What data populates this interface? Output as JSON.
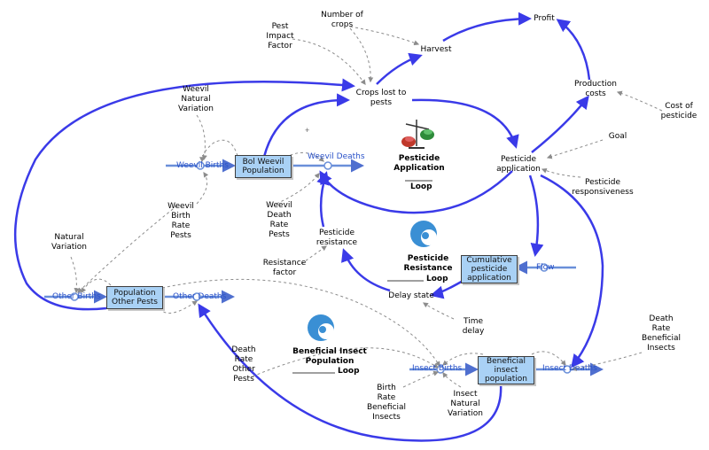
{
  "stocks": {
    "bol_weevil": "Bol Weevil\nPopulation",
    "other_pests": "Population\nOther Pests",
    "cumulative_pesticide": "Cumulative\npesticide\napplication",
    "beneficial_insect": "Beneficial\ninsect\npopulation"
  },
  "flows": {
    "weevil_births": "Weevil Births",
    "weevil_deaths": "Weevil Deaths",
    "other_births": "Other Births",
    "other_deaths": "Other Deaths",
    "flow": "Flow",
    "insect_births": "Insect Births",
    "insect_deaths": "Insect Deaths"
  },
  "variables": {
    "profit": "Profit",
    "harvest": "Harvest",
    "number_of_crops": "Number of\ncrops",
    "pest_impact_factor": "Pest\nImpact\nFactor",
    "crops_lost": "Crops lost to\npests",
    "production_costs": "Production\ncosts",
    "cost_of_pesticide": "Cost of\npesticide",
    "goal": "Goal",
    "pesticide_application": "Pesticide\napplication",
    "pesticide_responsiveness": "Pesticide\nresponsiveness",
    "weevil_natural_variation": "Weevil\nNatural\nVariation",
    "weevil_birth_rate": "Weevil\nBirth\nRate\nPests",
    "weevil_death_rate": "Weevil\nDeath\nRate\nPests",
    "pesticide_resistance": "Pesticide\nresistance",
    "resistance_factor": "Resistance\nfactor",
    "natural_variation": "Natural\nVariation",
    "delay_state": "Delay state",
    "time_delay": "Time\ndelay",
    "death_rate_other_pests": "Death\nRate\nOther\nPests",
    "death_rate_beneficial": "Death\nRate\nBeneficial\nInsects",
    "birth_rate_beneficial": "Birth\nRate\nBeneficial\nInsects",
    "insect_natural_variation": "Insect\nNatural\nVariation"
  },
  "loops": {
    "pesticide_application": {
      "title": "Pesticide\nApplication",
      "line": "Loop"
    },
    "pesticide_resistance": {
      "title": "Pesticide\nResistance",
      "line": "Loop"
    },
    "beneficial_insect": {
      "title": "Beneficial Insect\nPopulation",
      "line": "Loop"
    }
  },
  "colors": {
    "causal_arc": "#3a3ae8",
    "flow_pipe": "#6a8fd9",
    "info_link": "#8c8c8c",
    "stock_fill": "#a9d1f5"
  }
}
